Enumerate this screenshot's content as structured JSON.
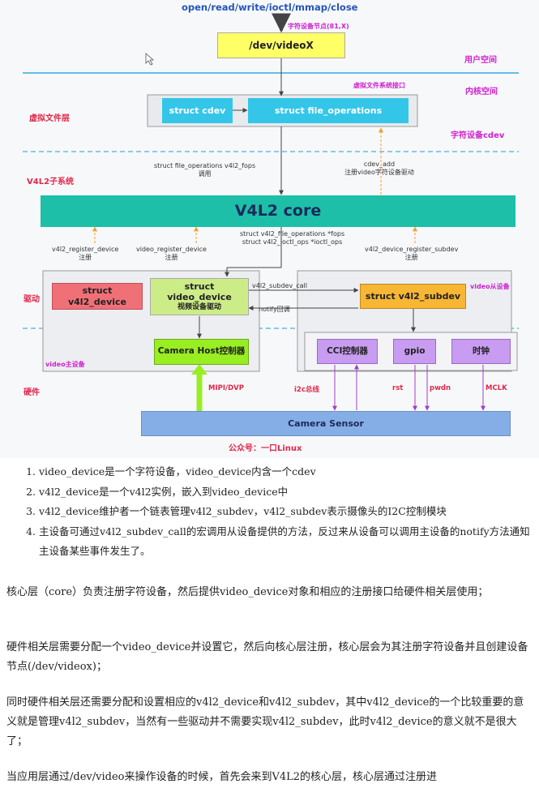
{
  "diagram": {
    "top_label": "open/read/write/ioctl/mmap/close",
    "char_dev_node": "字符设备节点(81,X)",
    "dev_videox": "/dev/videoX",
    "user_space": "用户空间",
    "virt_fs_iface": "虚拟文件系统接口",
    "kernel_space": "内核空间",
    "vfs_layer": "虚拟文件层",
    "struct_cdev": "struct cdev",
    "struct_file_ops": "struct file_operations",
    "char_cdev": "字符设备cdev",
    "fops_call_line1": "struct file_operations v4l2_fops",
    "fops_call_line2": "调用",
    "cdev_add_line1": "cdev_add",
    "cdev_add_line2": "注册video字符设备驱动",
    "v4l2_subsys": "V4L2子系统",
    "v4l2_core": "V4L2 core",
    "reg_device_line1": "v4l2_register_device",
    "reg_device_line2": "注册",
    "video_reg_line1": "video_register_device",
    "video_reg_line2": "注册",
    "ops_line1": "struct v4l2_file_operations *fops",
    "ops_line2": "struct v4l2_ioctl_ops *ioctl_ops",
    "subdev_reg_line1": "v4l2_device_register_subdev",
    "subdev_reg_line2": "注册",
    "driver": "驱动",
    "video_slave": "video从设备",
    "struct_v4l2_device": "struct v4l2_device",
    "struct_video_device_line1": "struct video_device",
    "struct_video_device_line2": "视频设备驱动",
    "subdev_call": "v4l2_subdev_call",
    "notify_cb": "notify回调",
    "struct_v4l2_subdev": "struct v4l2_subdev",
    "camera_host": "Camera Host控制器",
    "cci": "CCI控制器",
    "gpio": "gpio",
    "clock": "时钟",
    "video_master": "video主设备",
    "hardware": "硬件",
    "mipi_dvp": "MIPI/DVP",
    "i2c_bus": "i2c总线",
    "rst": "rst",
    "pwdn": "pwdn",
    "mclk": "MCLK",
    "camera_sensor": "Camera Sensor",
    "footer": "公众号：一口Linux"
  },
  "list": [
    "video_device是一个字符设备，video_device内含一个cdev",
    "v4l2_device是一个v4l2实例，嵌入到video_device中",
    "v4l2_device维护者一个链表管理v4l2_subdev，v4l2_subdev表示摄像头的I2C控制模块",
    "主设备可通过v4l2_subdev_call的宏调用从设备提供的方法，反过来从设备可以调用主设备的notify方法通知主设备某些事件发生了。"
  ],
  "paragraphs": [
    "核心层（core）负责注册字符设备，然后提供video_device对象和相应的注册接口给硬件相关层使用；",
    "硬件相关层需要分配一个video_device并设置它，然后向核心层注册，核心层会为其注册字符设备并且创建设备节点(/dev/videox)；",
    "同时硬件相关层还需要分配和设置相应的v4l2_device和v4l2_subdev，其中v4l2_device的一个比较重要的意义就是管理v4l2_subdev，当然有一些驱动并不需要实现v4l2_subdev，此时v4l2_device的意义就不是很大了；",
    "当应用层通过/dev/video来操作设备的时候，首先会来到V4L2的核心层，核心层通过注册进"
  ],
  "colors": {
    "accent_red": "#e0284a",
    "accent_magenta": "#d020d0",
    "cyan_box": "#33c6e8",
    "teal_core": "#1dbfa8",
    "yellow_box": "#ffff66",
    "pink_box": "#f07078",
    "light_green": "#ccec88",
    "green_box": "#99ee22",
    "orange_box": "#f7b634",
    "purple_box": "#c89cf0",
    "sensor_blue": "#86aee6"
  }
}
